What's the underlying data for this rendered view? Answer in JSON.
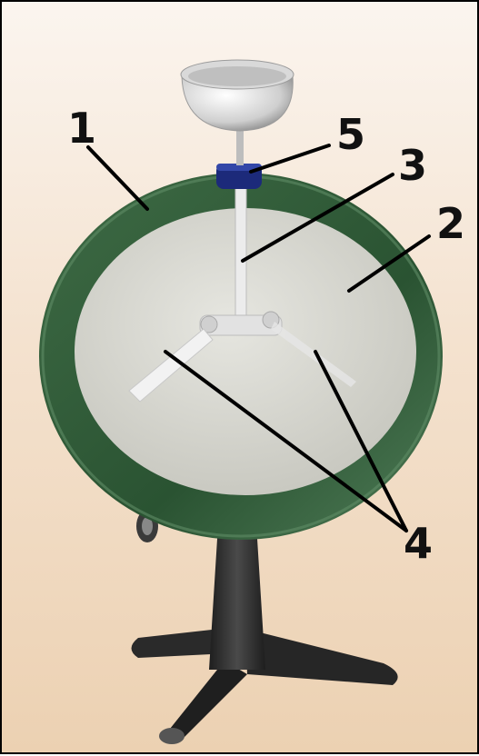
{
  "labels": {
    "l1": "1",
    "l2": "2",
    "l3": "3",
    "l4": "4",
    "l5": "5"
  },
  "colors": {
    "ring": "#2f5d3a",
    "ring_light": "#4c7a52",
    "face": "#d6d6ce",
    "stand": "#2b2b2b",
    "cup": "#e8e8e8",
    "cap": "#1c2a7a"
  }
}
